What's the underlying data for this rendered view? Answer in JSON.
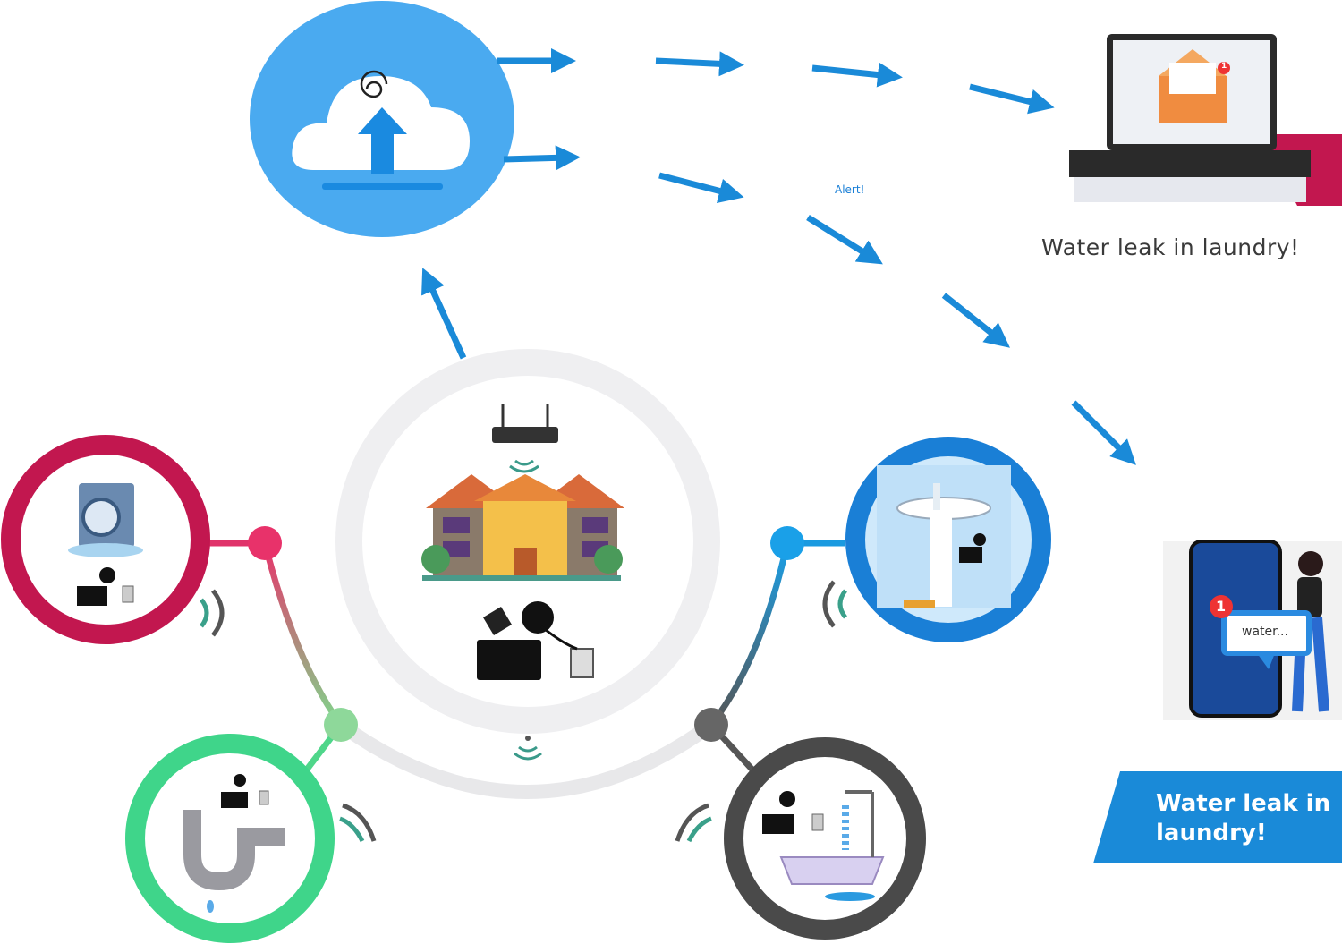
{
  "alert_label": "Alert!",
  "laptop_caption": "Water leak in laundry!",
  "banner_text": "Water leak in laundry!",
  "phone_bubble_text": "water...",
  "notification_badge": "1",
  "nodes": [
    {
      "id": "laundry",
      "icon": "washing-machine-icon",
      "ring_color": "#c2174f"
    },
    {
      "id": "sink",
      "icon": "sink-icon",
      "ring_color": "#1a7fd6"
    },
    {
      "id": "pipe",
      "icon": "pipe-icon",
      "ring_color": "#3fd58a"
    },
    {
      "id": "bathtub",
      "icon": "bathtub-icon",
      "ring_color": "#4a4a4a"
    }
  ],
  "colors": {
    "arrow": "#1a8ad8",
    "cloud": "#4aaaf0",
    "banner": "#1a8ad8",
    "laptop_accent": "#c2174f"
  }
}
